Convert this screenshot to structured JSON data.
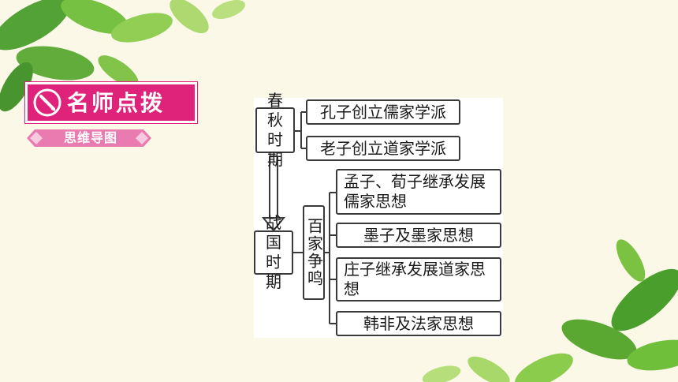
{
  "header": {
    "badge_title": "名师点拨",
    "subtitle": "思维导图",
    "badge_icon": "pen-circle-icon",
    "colors": {
      "badge": "#e0237a",
      "subbar": "#e97bb0",
      "line": "#3a3a3a"
    }
  },
  "mindmap": {
    "spring_autumn": {
      "label": "春秋时期",
      "items": [
        "孔子创立儒家学派",
        "老子创立道家学派"
      ]
    },
    "warring_states": {
      "label": "战国时期",
      "hub": "百家争鸣",
      "items": [
        "孟子、荀子继承发展儒家思想",
        "墨子及墨家思想",
        "庄子继承发展道家思想",
        "韩非及法家思想"
      ]
    }
  }
}
